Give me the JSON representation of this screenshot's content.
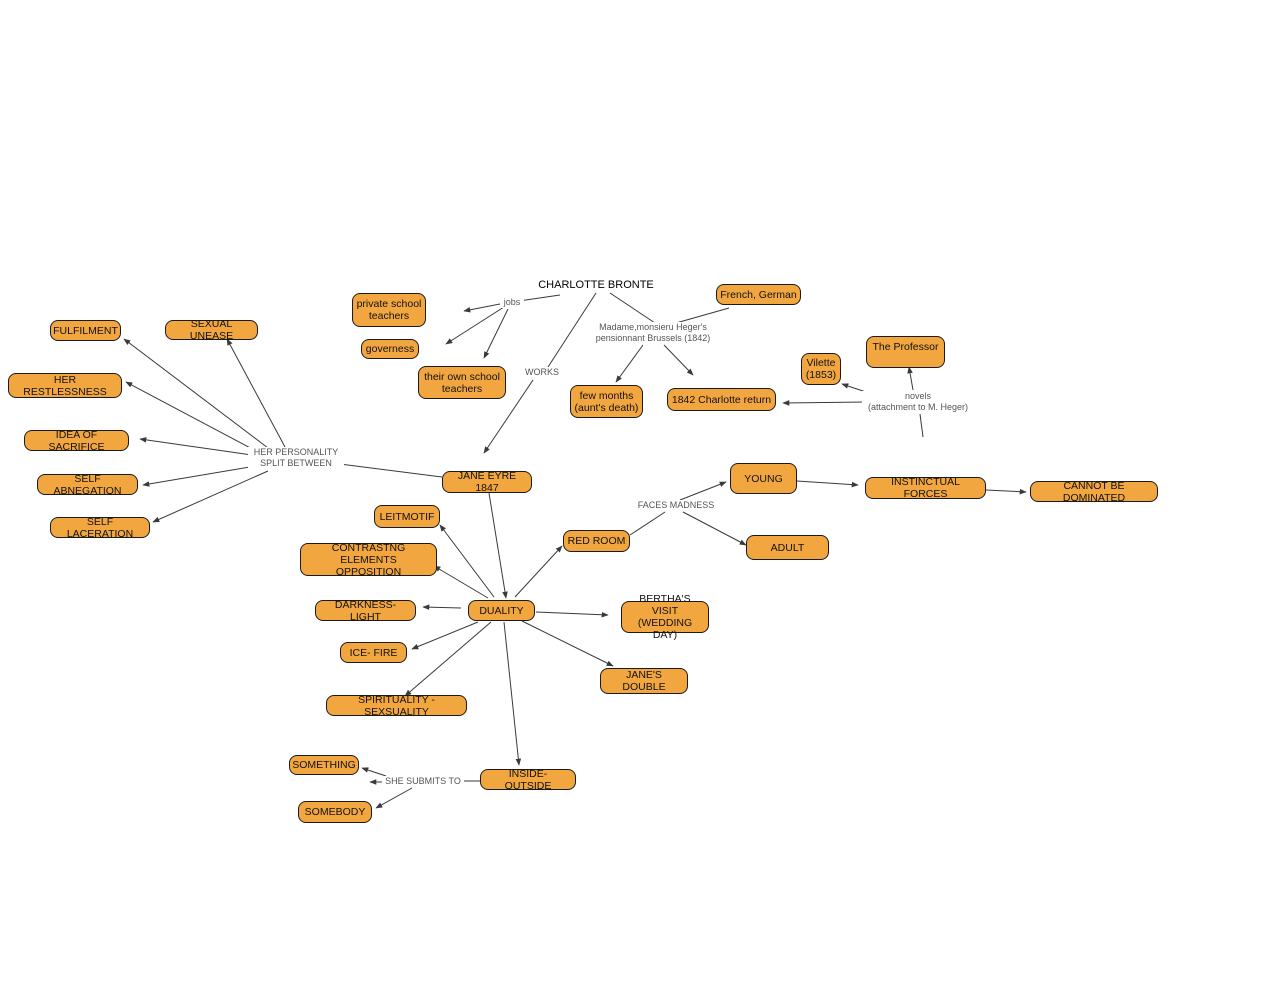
{
  "title": "CHARLOTTE BRONTE",
  "link_labels": {
    "jobs": "jobs",
    "works": "WORKS",
    "heger": "Madame,monsieru Heger's\npensionnant Brussels (1842)",
    "novels": "novels\n(attachment to M. Heger)",
    "personality": "HER PERSONALITY\nSPLIT BETWEEN",
    "faces_madness": "FACES MADNESS",
    "submits": "SHE SUBMITS TO"
  },
  "concepts": {
    "private_school_teachers": "private school\nteachers",
    "governess": "governess",
    "own_school_teachers": "their own school\nteachers",
    "french_german": "French, German",
    "few_months": "few months\n(aunt's death)",
    "charlotte_return": "1842 Charlotte return",
    "vilette": "Vilette\n(1853)",
    "the_professor": "The Professor",
    "fulfilment": "FULFILMENT",
    "sexual_unease": "SEXUAL UNEASE",
    "her_restlessness": "HER RESTLESSNESS",
    "idea_of_sacrifice": "IDEA OF SACRIFICE",
    "self_abnegation": "SELF ABNEGATION",
    "self_laceration": "SELF LACERATION",
    "jane_eyre": "JANE EYRE 1847",
    "leitmotif": "LEITMOTIF",
    "contrasting": "CONTRASTNG ELEMENTS\nOPPOSITION",
    "darkness_light": "DARKNESS- LIGHT",
    "duality": "DUALITY",
    "ice_fire": "ICE- FIRE",
    "spirituality": "SPIRITUALITY -SEXSUALITY",
    "red_room": "RED ROOM",
    "young": "YOUNG",
    "adult": "ADULT",
    "instinctual_forces": "INSTINCTUAL FORCES",
    "cannot_be_dominated": "CANNOT BE DOMINATED",
    "berthas_visit": "BERTHA'S VISIT\n(WEDDING DAY)",
    "janes_double": "JANE'S DOUBLE",
    "inside_outside": "INSIDE- OUTSIDE",
    "something": "SOMETHING",
    "somebody": "SOMEBODY"
  },
  "colors": {
    "node_fill": "#f2a640",
    "node_border": "#1a1a1a",
    "link": "#3a3a3a",
    "label_text": "#555555"
  }
}
